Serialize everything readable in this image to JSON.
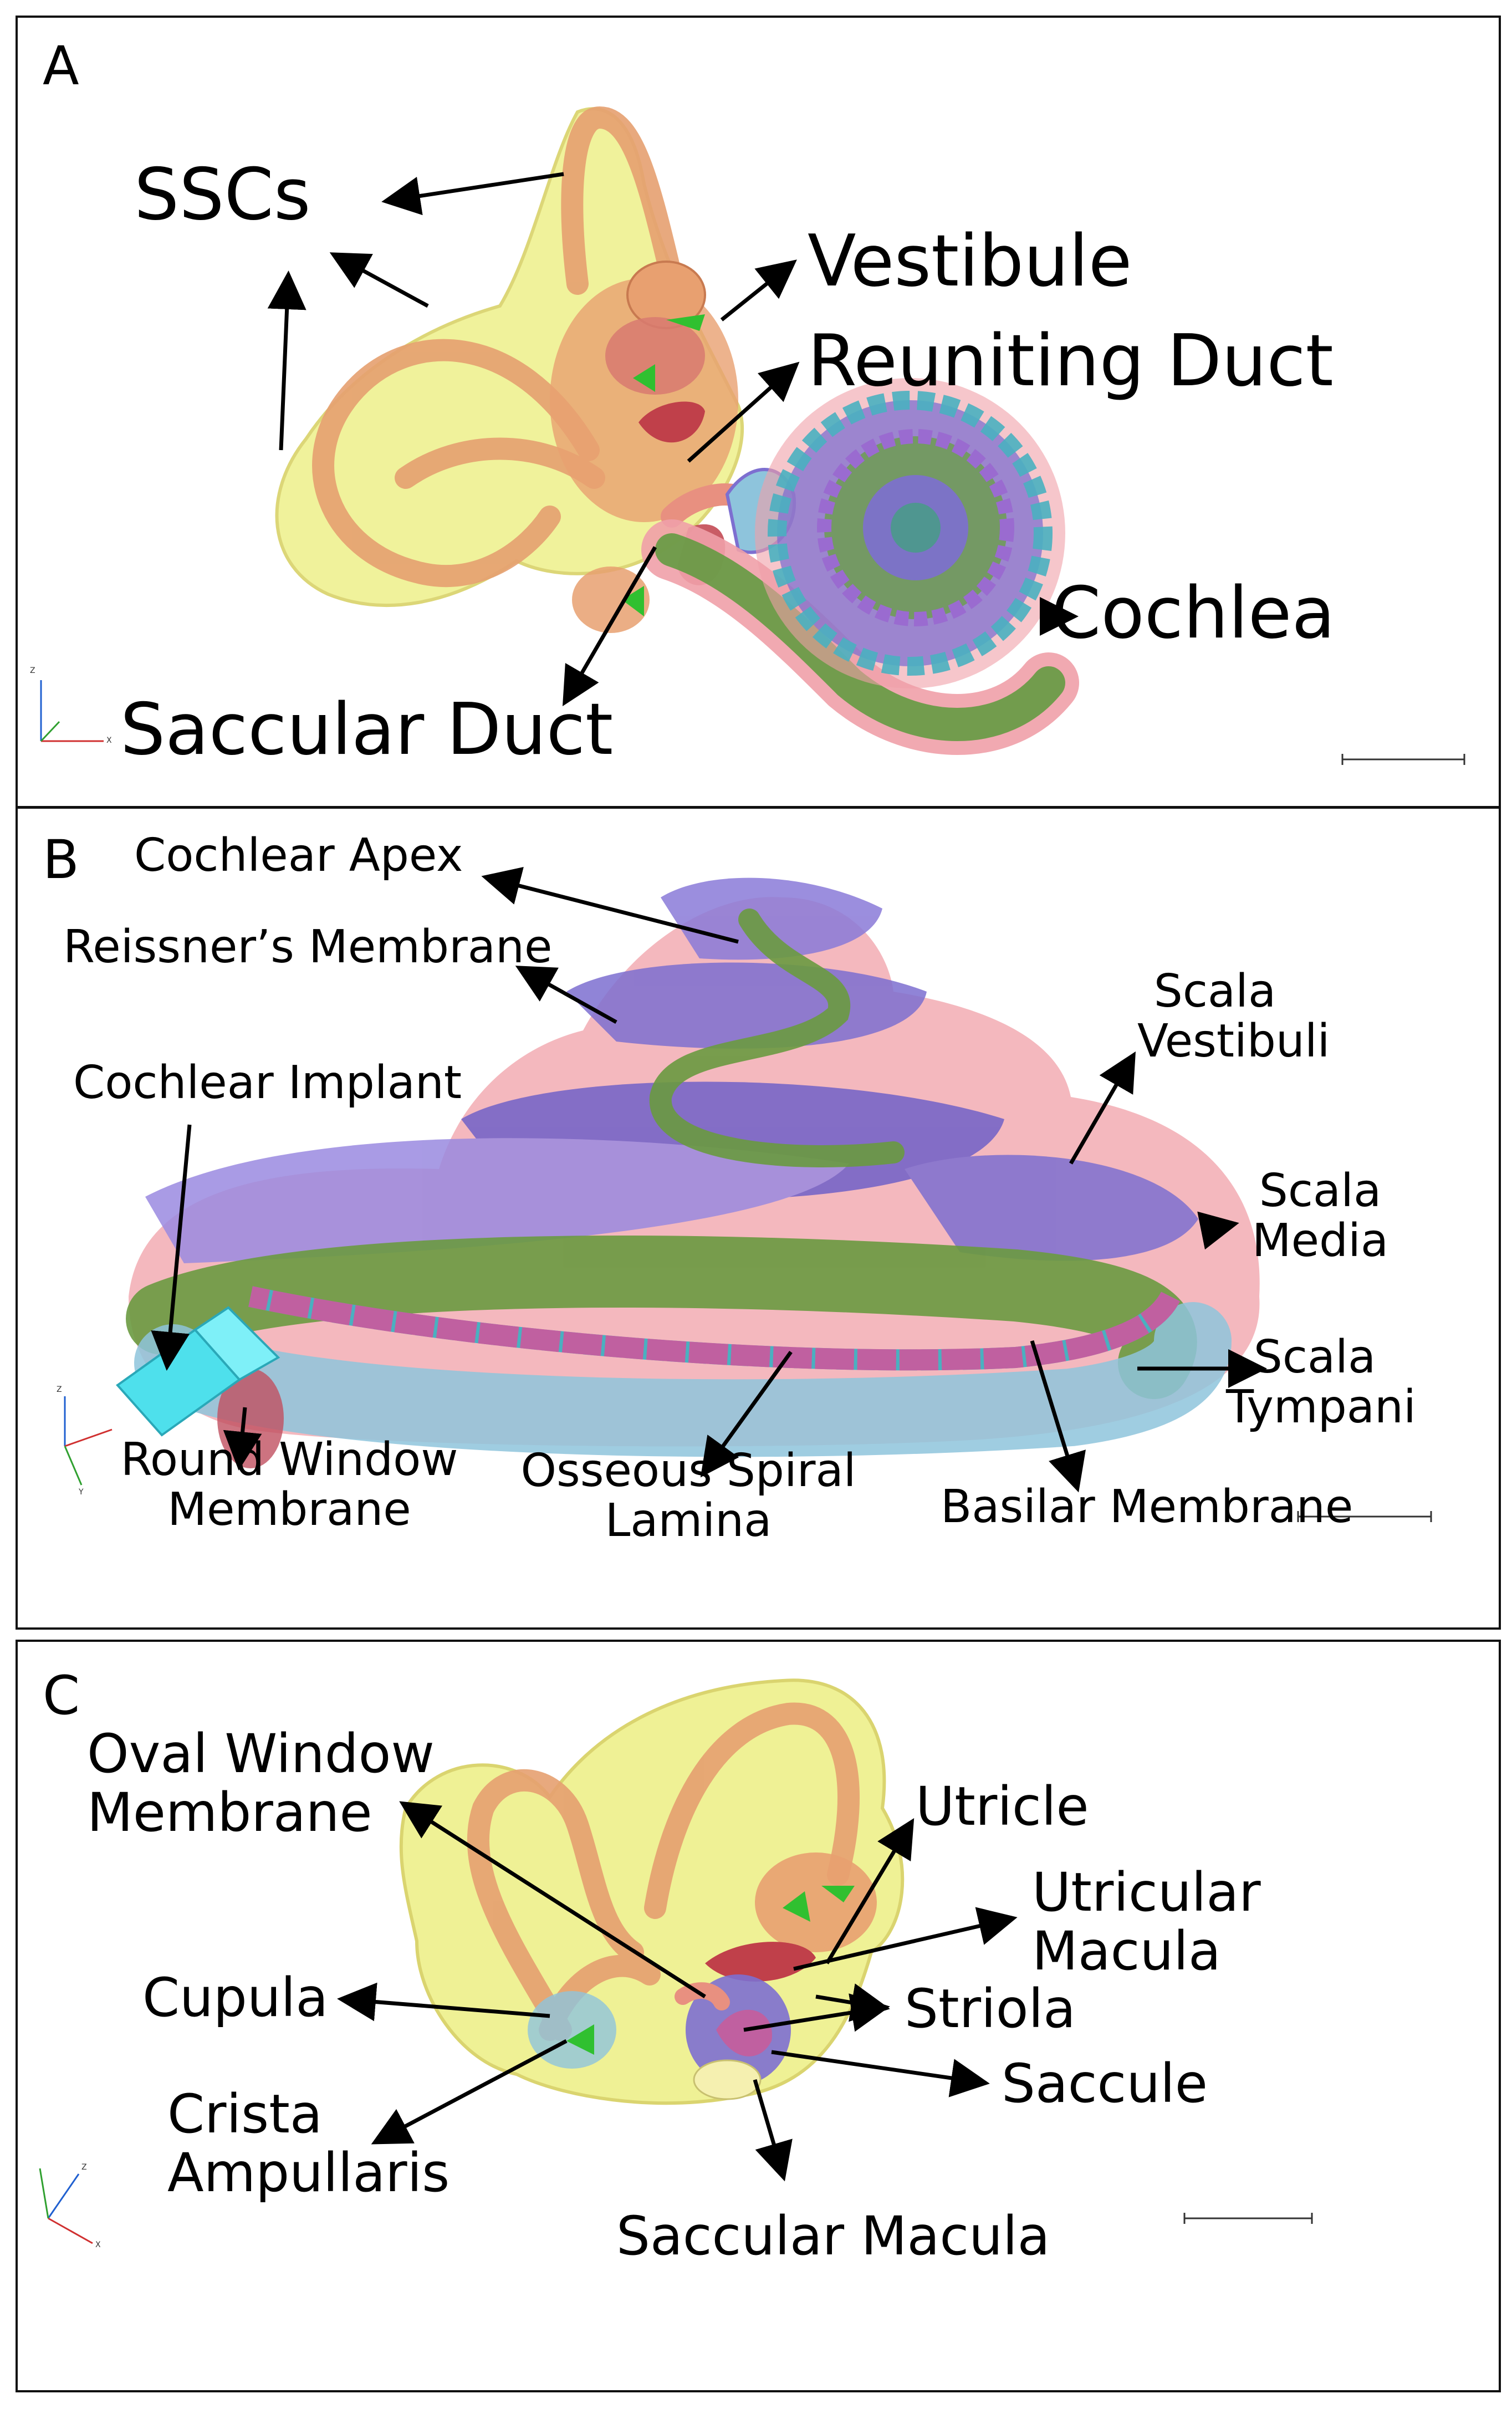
{
  "panels": {
    "a": {
      "letter": "A",
      "labels": {
        "sscs": "SSCs",
        "vestibule": "Vestibule",
        "reuniting_duct": "Reuniting Duct",
        "cochlea": "Cochlea",
        "saccular_duct": "Saccular Duct"
      }
    },
    "b": {
      "letter": "B",
      "labels": {
        "cochlear_apex": "Cochlear Apex",
        "reissners_membrane": "Reissner’s Membrane",
        "cochlear_implant": "Cochlear Implant",
        "scala_vestibuli_1": "Scala",
        "scala_vestibuli_2": "Vestibuli",
        "scala_media_1": "Scala",
        "scala_media_2": "Media",
        "scala_tympani_1": "Scala",
        "scala_tympani_2": "Tympani",
        "round_window_1": "Round Window",
        "round_window_2": "Membrane",
        "osseous_1": "Osseous Spiral",
        "osseous_2": "Lamina",
        "basilar_membrane": "Basilar Membrane"
      }
    },
    "c": {
      "letter": "C",
      "labels": {
        "oval_window_1": "Oval Window",
        "oval_window_2": "Membrane",
        "utricle": "Utricle",
        "utricular_macula_1": "Utricular",
        "utricular_macula_2": "Macula",
        "striola": "Striola",
        "cupula": "Cupula",
        "saccule": "Saccule",
        "crista_1": "Crista",
        "crista_2": "Ampullaris",
        "saccular_macula": "Saccular Macula"
      }
    }
  },
  "axis_triad": {
    "z": "Z",
    "y": "Y",
    "x": "X"
  },
  "colors": {
    "bony_yellow": "#eef08a",
    "membranous_orange": "#e8a070",
    "cochlea_purple": "#7d6fd0",
    "cochlea_pink": "#f0a0a8",
    "cochlea_green": "#5c9a3c",
    "tympani_blue": "#8ec4dc",
    "implant_cyan": "#4ee0ec",
    "macula_red": "#c0404a",
    "crista_green": "#30c030"
  }
}
